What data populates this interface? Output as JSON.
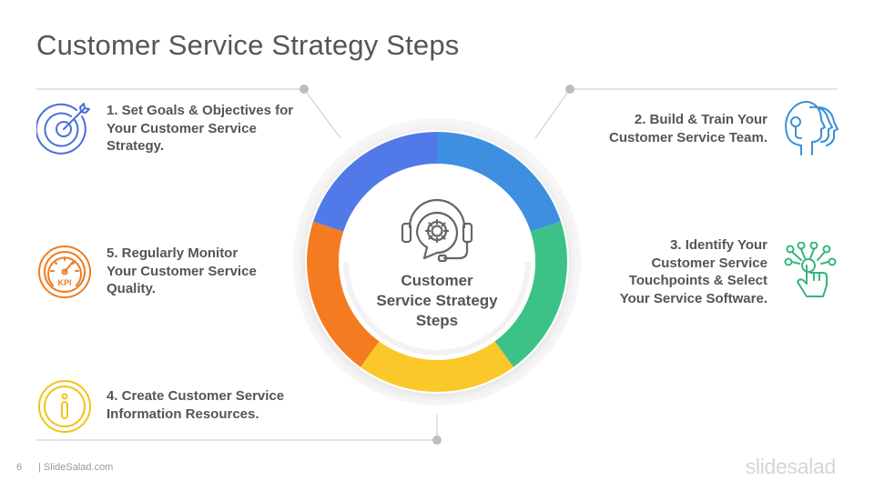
{
  "title": "Customer Service Strategy Steps",
  "center": {
    "label": "Customer\nService Strategy\nSteps",
    "icon": "headset-gear-icon"
  },
  "steps": [
    {
      "id": 1,
      "text": "1. Set Goals & Objectives for\nYour Customer Service\nStrategy.",
      "icon": "target-arrow-icon",
      "color": "#4a6fd8"
    },
    {
      "id": 2,
      "text": "2. Build & Train Your\nCustomer Service Team.",
      "icon": "team-heads-icon",
      "color": "#3a8fd8"
    },
    {
      "id": 3,
      "text": "3. Identify Your\nCustomer Service\nTouchpoints & Select\nYour Service Software.",
      "icon": "touch-network-icon",
      "color": "#34b67a"
    },
    {
      "id": 4,
      "text": "4. Create Customer Service\nInformation Resources.",
      "icon": "info-icon",
      "color": "#f0c419"
    },
    {
      "id": 5,
      "text": "5. Regularly Monitor\nYour Customer Service\nQuality.",
      "icon": "kpi-gauge-icon",
      "color": "#ef7d22"
    }
  ],
  "ring_colors": [
    "#3e8fe0",
    "#3cc287",
    "#fbc82a",
    "#f47b20",
    "#5279e8"
  ],
  "footer": {
    "page_number": "6",
    "site": "| SlideSalad.com",
    "brand": "slidesalad"
  }
}
